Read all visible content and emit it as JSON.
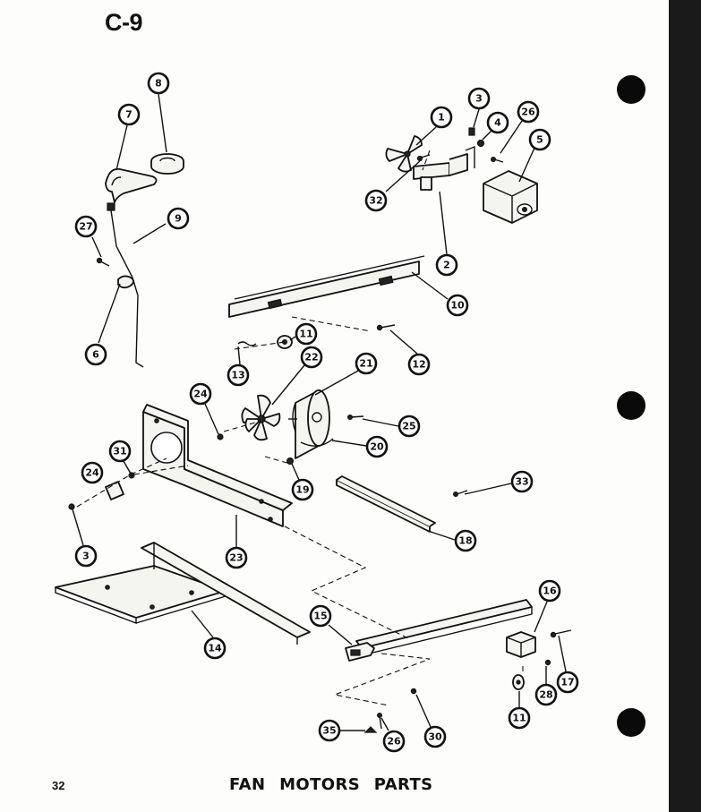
{
  "section_code": "C-9",
  "page_number": "32",
  "caption": "FAN MOTORS PARTS",
  "callouts": [
    {
      "id": "c8a",
      "label": "8"
    },
    {
      "id": "c7",
      "label": "7"
    },
    {
      "id": "c9",
      "label": "9"
    },
    {
      "id": "c27",
      "label": "27"
    },
    {
      "id": "c6",
      "label": "6"
    },
    {
      "id": "c1",
      "label": "1"
    },
    {
      "id": "c32",
      "label": "32"
    },
    {
      "id": "c3a",
      "label": "3"
    },
    {
      "id": "c4",
      "label": "4"
    },
    {
      "id": "c26a",
      "label": "26"
    },
    {
      "id": "c5",
      "label": "5"
    },
    {
      "id": "c2",
      "label": "2"
    },
    {
      "id": "c10",
      "label": "10"
    },
    {
      "id": "c11a",
      "label": "11"
    },
    {
      "id": "c12",
      "label": "12"
    },
    {
      "id": "c13",
      "label": "13"
    },
    {
      "id": "c22",
      "label": "22"
    },
    {
      "id": "c21",
      "label": "21"
    },
    {
      "id": "c24a",
      "label": "24"
    },
    {
      "id": "c25",
      "label": "25"
    },
    {
      "id": "c20",
      "label": "20"
    },
    {
      "id": "c31",
      "label": "31"
    },
    {
      "id": "c19",
      "label": "19"
    },
    {
      "id": "c24b",
      "label": "24"
    },
    {
      "id": "c33",
      "label": "33"
    },
    {
      "id": "c3b",
      "label": "3"
    },
    {
      "id": "c23",
      "label": "23"
    },
    {
      "id": "c18",
      "label": "18"
    },
    {
      "id": "c16",
      "label": "16"
    },
    {
      "id": "c15",
      "label": "15"
    },
    {
      "id": "c14",
      "label": "14"
    },
    {
      "id": "c17",
      "label": "17"
    },
    {
      "id": "c28",
      "label": "28"
    },
    {
      "id": "c11b",
      "label": "11"
    },
    {
      "id": "c35",
      "label": "35"
    },
    {
      "id": "c26b",
      "label": "26"
    },
    {
      "id": "c30",
      "label": "30"
    }
  ]
}
